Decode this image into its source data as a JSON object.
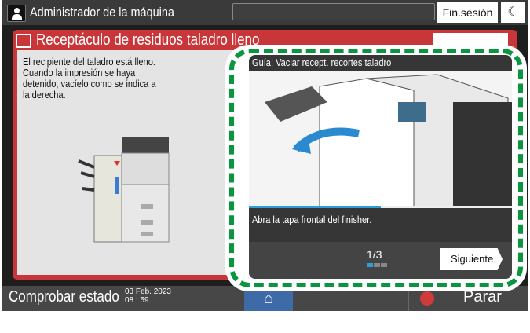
{
  "topbar": {
    "user": "Administrador de la máquina",
    "logout": "Fin.sesión",
    "sleep_icon": "moon-icon"
  },
  "alert": {
    "title": "Receptáculo de residuos taladro lleno",
    "message": "El recipiente del taladro está lleno. Cuando la impresión se haya detenido, vacíelo como se indica a la derecha."
  },
  "guide": {
    "title": "Guía: Vaciar recept. recortes taladro",
    "instruction": "Abra la tapa frontal del finisher.",
    "page": "1/3",
    "current_step": 1,
    "total_steps": 3,
    "progress": 0.5,
    "next": "Siguiente"
  },
  "bottom": {
    "check": "Comprobar estado",
    "date": "03 Feb. 2023",
    "time": "08 : 59",
    "stop": "Parar"
  },
  "colors": {
    "alert": "#c8363a",
    "guide_border": "#0a963f",
    "accent": "#2a9fd8",
    "home": "#3e6aa8"
  }
}
